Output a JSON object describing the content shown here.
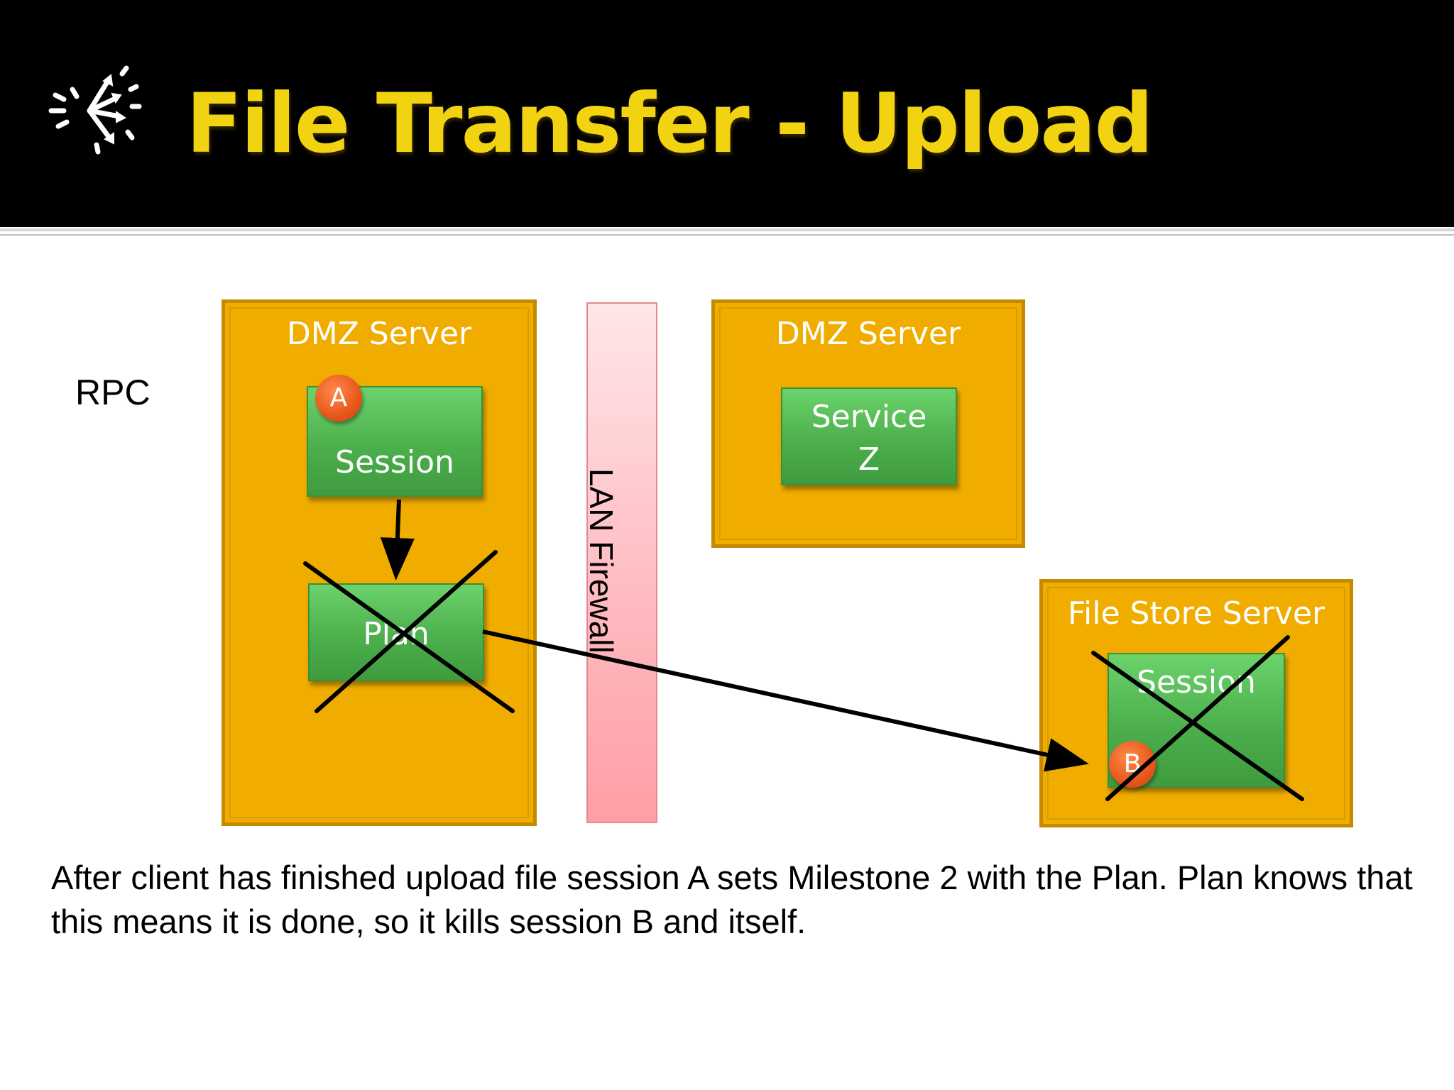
{
  "slide": {
    "title": "File Transfer - Upload",
    "caption": "After client has finished upload file session A sets Milestone 2 with the Plan.  Plan knows that this means it is done, so it kills session B and itself."
  },
  "labels": {
    "rpc": "RPC",
    "firewall": "LAN Firewall"
  },
  "servers": {
    "dmz_left": {
      "title": "DMZ Server"
    },
    "dmz_right": {
      "title": "DMZ Server"
    },
    "file_store": {
      "title": "File Store Server"
    }
  },
  "nodes": {
    "session_a": "Session",
    "plan": "Plan",
    "service_line1": "Service",
    "service_line2": "Z",
    "session_b": "Session"
  },
  "badges": {
    "a": "A",
    "b": "B"
  },
  "icons": {
    "logo": "scatter-arrows-icon",
    "crossed_out": "x-mark-icon"
  },
  "colors": {
    "title_text": "#f2d312",
    "server_fill": "#f0ad00",
    "node_fill": "#4caf4c",
    "badge_fill": "#e8571c",
    "firewall_fill": "#ffb8be"
  }
}
